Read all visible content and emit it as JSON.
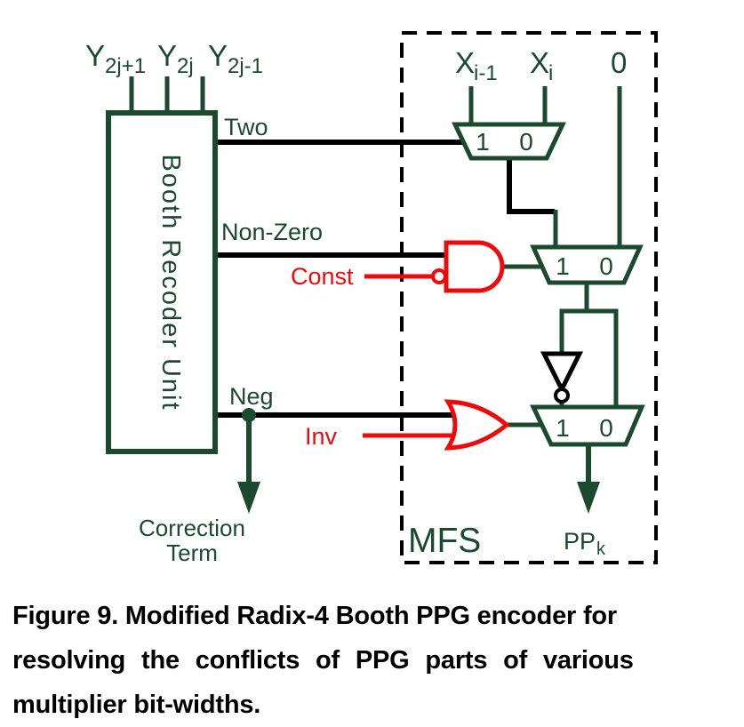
{
  "colors": {
    "green": "#1c4a2e",
    "red": "#ee0a0a",
    "ink": "#000000",
    "bg": "#ffffff"
  },
  "diagram": {
    "booth_box_label": "Booth Recoder Unit",
    "y_inputs": [
      {
        "base": "Y",
        "sub": "2j+1"
      },
      {
        "base": "Y",
        "sub": "2j"
      },
      {
        "base": "Y",
        "sub": "2j-1"
      }
    ],
    "x_inputs": [
      {
        "base": "X",
        "sub": "i-1"
      },
      {
        "base": "X",
        "sub": "i"
      }
    ],
    "zero_input": "0",
    "signals": {
      "two": "Two",
      "non_zero": "Non-Zero",
      "neg": "Neg"
    },
    "control_signals": {
      "const": "Const",
      "inv": "Inv"
    },
    "mux": {
      "one": "1",
      "zero": "0"
    },
    "mfs_label": "MFS",
    "output": {
      "base": "PP",
      "sub": "k"
    },
    "correction": {
      "line1": "Correction",
      "line2": "Term"
    }
  },
  "caption": {
    "lines": [
      "Figure 9. Modified Radix-4 Booth PPG encoder for",
      "resolving the conflicts of PPG parts of various",
      "multiplier bit-widths."
    ]
  }
}
